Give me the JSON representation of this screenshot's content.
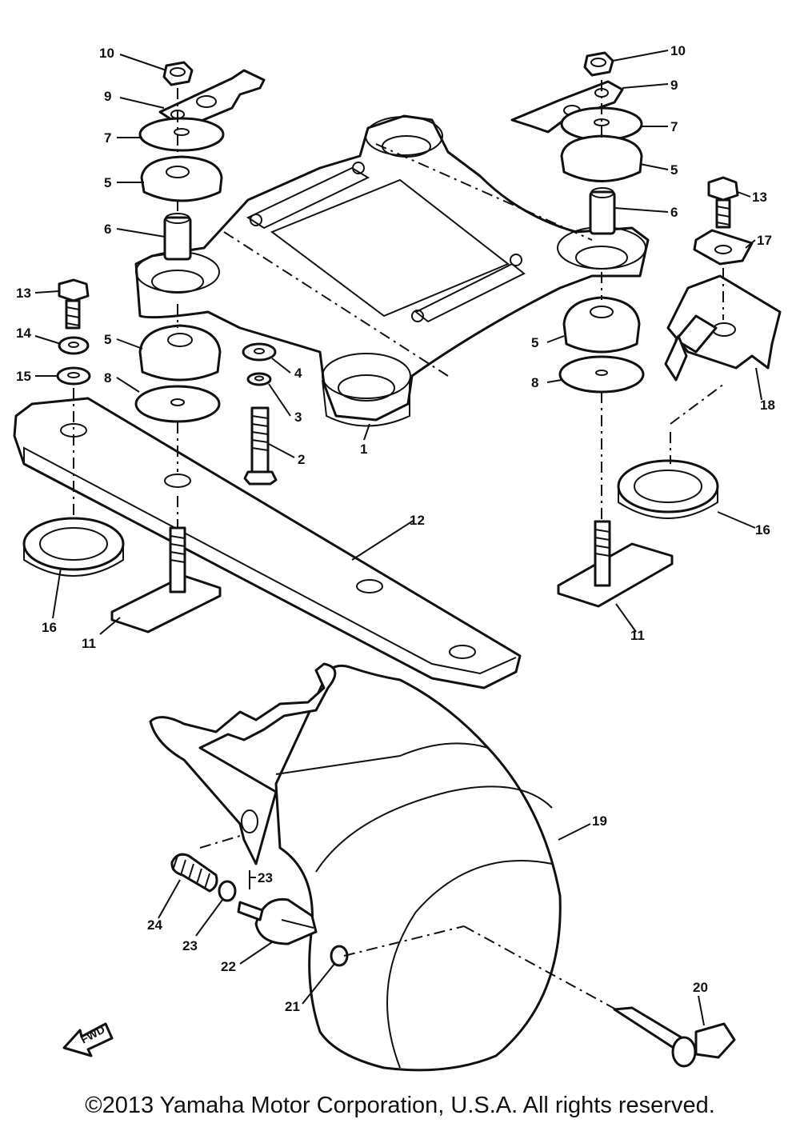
{
  "diagram": {
    "callouts": {
      "c1": "1",
      "c2": "2",
      "c3": "3",
      "c4": "4",
      "c5a": "5",
      "c5b": "5",
      "c5c": "5",
      "c5d": "5",
      "c6a": "6",
      "c6b": "6",
      "c7a": "7",
      "c7b": "7",
      "c8a": "8",
      "c8b": "8",
      "c9a": "9",
      "c9b": "9",
      "c10a": "10",
      "c10b": "10",
      "c11a": "11",
      "c11b": "11",
      "c12": "12",
      "c13a": "13",
      "c13b": "13",
      "c14": "14",
      "c15": "15",
      "c16a": "16",
      "c16b": "16",
      "c17": "17",
      "c18": "18",
      "c19": "19",
      "c20": "20",
      "c21": "21",
      "c22": "22",
      "c23a": "23",
      "c23b": "23",
      "c24": "24"
    },
    "fwd_label": "FWD"
  },
  "copyright": "©2013 Yamaha Motor Corporation, U.S.A. All rights reserved."
}
